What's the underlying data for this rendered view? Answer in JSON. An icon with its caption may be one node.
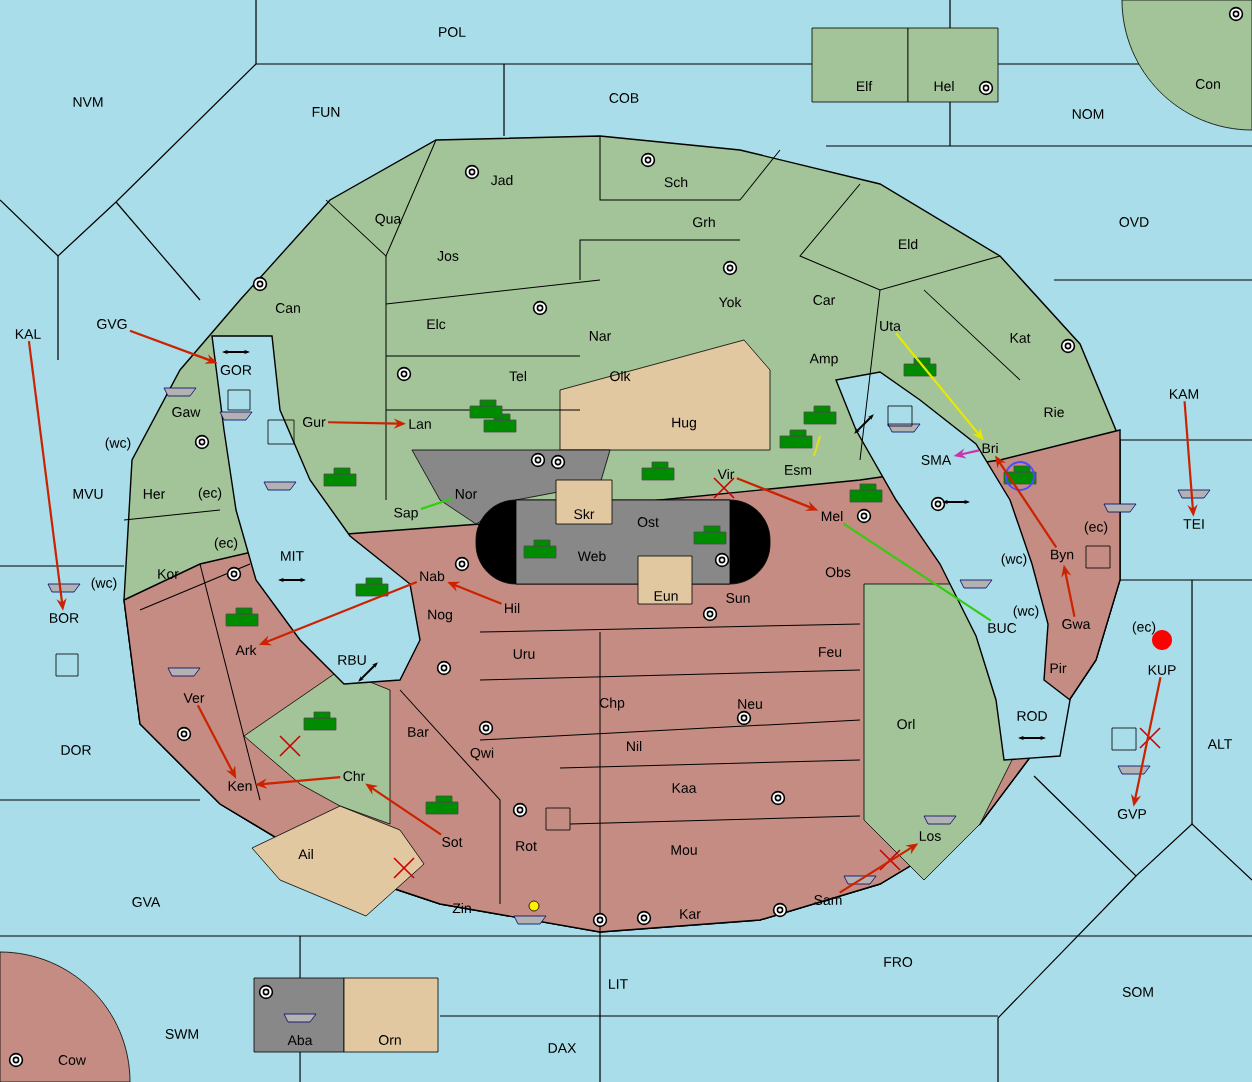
{
  "diagram": {
    "nodes": [
      {
        "text": [
          "POL"
        ]
      },
      {
        "text": [
          "NVM"
        ]
      },
      {
        "text": [
          "FUN"
        ]
      },
      {
        "text": [
          "COB"
        ]
      },
      {
        "text": [
          "Elf"
        ]
      },
      {
        "text": [
          "Hel"
        ]
      },
      {
        "text": [
          "NOM"
        ]
      },
      {
        "text": [
          "Con"
        ]
      },
      {
        "text": [
          "Jad"
        ]
      },
      {
        "text": [
          "Sch"
        ]
      },
      {
        "text": [
          "Qua"
        ]
      },
      {
        "text": [
          "OVD"
        ]
      },
      {
        "text": [
          "Grh"
        ]
      },
      {
        "text": [
          "Eld"
        ]
      },
      {
        "text": [
          "Jos"
        ]
      },
      {
        "text": [
          "Can"
        ]
      },
      {
        "text": [
          "Elc"
        ]
      },
      {
        "text": [
          "Yok"
        ]
      },
      {
        "text": [
          "Car"
        ]
      },
      {
        "text": [
          "GVG"
        ]
      },
      {
        "text": [
          "KAL"
        ]
      },
      {
        "text": [
          "Uta"
        ]
      },
      {
        "text": [
          "Nar"
        ]
      },
      {
        "text": [
          "Kat"
        ]
      },
      {
        "text": [
          "GOR"
        ]
      },
      {
        "text": [
          "Amp"
        ]
      },
      {
        "text": [
          "Tel"
        ]
      },
      {
        "text": [
          "Olk"
        ]
      },
      {
        "text": [
          "KAM"
        ]
      },
      {
        "text": [
          "Gaw"
        ]
      },
      {
        "text": [
          "Gur"
        ]
      },
      {
        "text": [
          "Lan"
        ]
      },
      {
        "text": [
          "Hug"
        ]
      },
      {
        "text": [
          "Rie"
        ]
      },
      {
        "text": [
          "Bri"
        ]
      },
      {
        "text": [
          "SMA"
        ]
      },
      {
        "text": [
          "Esm"
        ]
      },
      {
        "text": [
          "Vir"
        ]
      },
      {
        "text": [
          "Her"
        ]
      },
      {
        "text": [
          "MVU"
        ]
      },
      {
        "text": [
          "Nor"
        ]
      },
      {
        "text": [
          "Sap"
        ]
      },
      {
        "text": [
          "Skr"
        ]
      },
      {
        "text": [
          "Ost"
        ]
      },
      {
        "text": [
          "Mel"
        ]
      },
      {
        "text": [
          "TEI"
        ]
      },
      {
        "text": [
          "Web"
        ]
      },
      {
        "text": [
          "MIT"
        ]
      },
      {
        "text": [
          "Byn"
        ]
      },
      {
        "text": [
          "Kor"
        ]
      },
      {
        "text": [
          "Obs"
        ]
      },
      {
        "text": [
          "Nab"
        ]
      },
      {
        "text": [
          "Eun"
        ]
      },
      {
        "text": [
          "Sun"
        ]
      },
      {
        "text": [
          "Hil"
        ]
      },
      {
        "text": [
          "BOR"
        ]
      },
      {
        "text": [
          "Nog"
        ]
      },
      {
        "text": [
          "Gwa"
        ]
      },
      {
        "text": [
          "BUC"
        ]
      },
      {
        "text": [
          "Ark"
        ]
      },
      {
        "text": [
          "RBU"
        ]
      },
      {
        "text": [
          "Pir"
        ]
      },
      {
        "text": [
          "KUP"
        ]
      },
      {
        "text": [
          "Uru"
        ]
      },
      {
        "text": [
          "Feu"
        ]
      },
      {
        "text": [
          "Ver"
        ]
      },
      {
        "text": [
          "Chp"
        ]
      },
      {
        "text": [
          "Neu"
        ]
      },
      {
        "text": [
          "ROD"
        ]
      },
      {
        "text": [
          "Orl"
        ]
      },
      {
        "text": [
          "Bar"
        ]
      },
      {
        "text": [
          "ALT"
        ]
      },
      {
        "text": [
          "DOR"
        ]
      },
      {
        "text": [
          "Nil"
        ]
      },
      {
        "text": [
          "Qwi"
        ]
      },
      {
        "text": [
          "Chr"
        ]
      },
      {
        "text": [
          "Ken"
        ]
      },
      {
        "text": [
          "Kaa"
        ]
      },
      {
        "text": [
          "GVP"
        ]
      },
      {
        "text": [
          "Los"
        ]
      },
      {
        "text": [
          "Sot"
        ]
      },
      {
        "text": [
          "Rot"
        ]
      },
      {
        "text": [
          "Mou"
        ]
      },
      {
        "text": [
          "Ail"
        ]
      },
      {
        "text": [
          "Sam"
        ]
      },
      {
        "text": [
          "GVA"
        ]
      },
      {
        "text": [
          "Zin"
        ]
      },
      {
        "text": [
          "Kar"
        ]
      },
      {
        "text": [
          "FRO"
        ]
      },
      {
        "text": [
          "LIT"
        ]
      },
      {
        "text": [
          "SOM"
        ]
      },
      {
        "text": [
          "SWM"
        ]
      },
      {
        "text": [
          "Aba"
        ]
      },
      {
        "text": [
          "Orn"
        ]
      },
      {
        "text": [
          "DAX"
        ]
      },
      {
        "text": [
          "Cow"
        ]
      }
    ],
    "edges": [
      {
        "from": 19,
        "to": 24,
        "arrow": "to"
      },
      {
        "from": 20,
        "to": 55,
        "arrow": "to"
      },
      {
        "from": 30,
        "to": 31,
        "arrow": "to"
      },
      {
        "from": 54,
        "to": 51,
        "arrow": "to"
      },
      {
        "from": 51,
        "to": 59,
        "arrow": "to"
      },
      {
        "from": 65,
        "to": 76,
        "arrow": "to"
      },
      {
        "from": 75,
        "to": 76,
        "arrow": "to"
      },
      {
        "from": 80,
        "to": 75,
        "arrow": "to"
      },
      {
        "from": 37,
        "to": 44,
        "arrow": "to"
      },
      {
        "from": 41,
        "to": 40,
        "arrow": "none",
        "color": "#33cc11"
      },
      {
        "from": 44,
        "to": 58,
        "arrow": "none",
        "color": "#33cc11"
      },
      {
        "from": 21,
        "to": 34,
        "arrow": "to",
        "color": "#e8e800"
      },
      {
        "from": 34,
        "to": 35,
        "arrow": "to",
        "color": "#cc33aa"
      },
      {
        "from": 48,
        "to": 34,
        "arrow": "to"
      },
      {
        "from": 57,
        "to": 48,
        "arrow": "to"
      },
      {
        "from": 28,
        "to": 45,
        "arrow": "to"
      },
      {
        "from": 62,
        "to": 78,
        "arrow": "to"
      },
      {
        "from": 84,
        "to": 79,
        "arrow": "to"
      }
    ],
    "labels": [
      "(wc)",
      "(ec)",
      "(ec)",
      "(wc)",
      "(ec)",
      "(wc)",
      "(wc)",
      "(ec)"
    ]
  }
}
